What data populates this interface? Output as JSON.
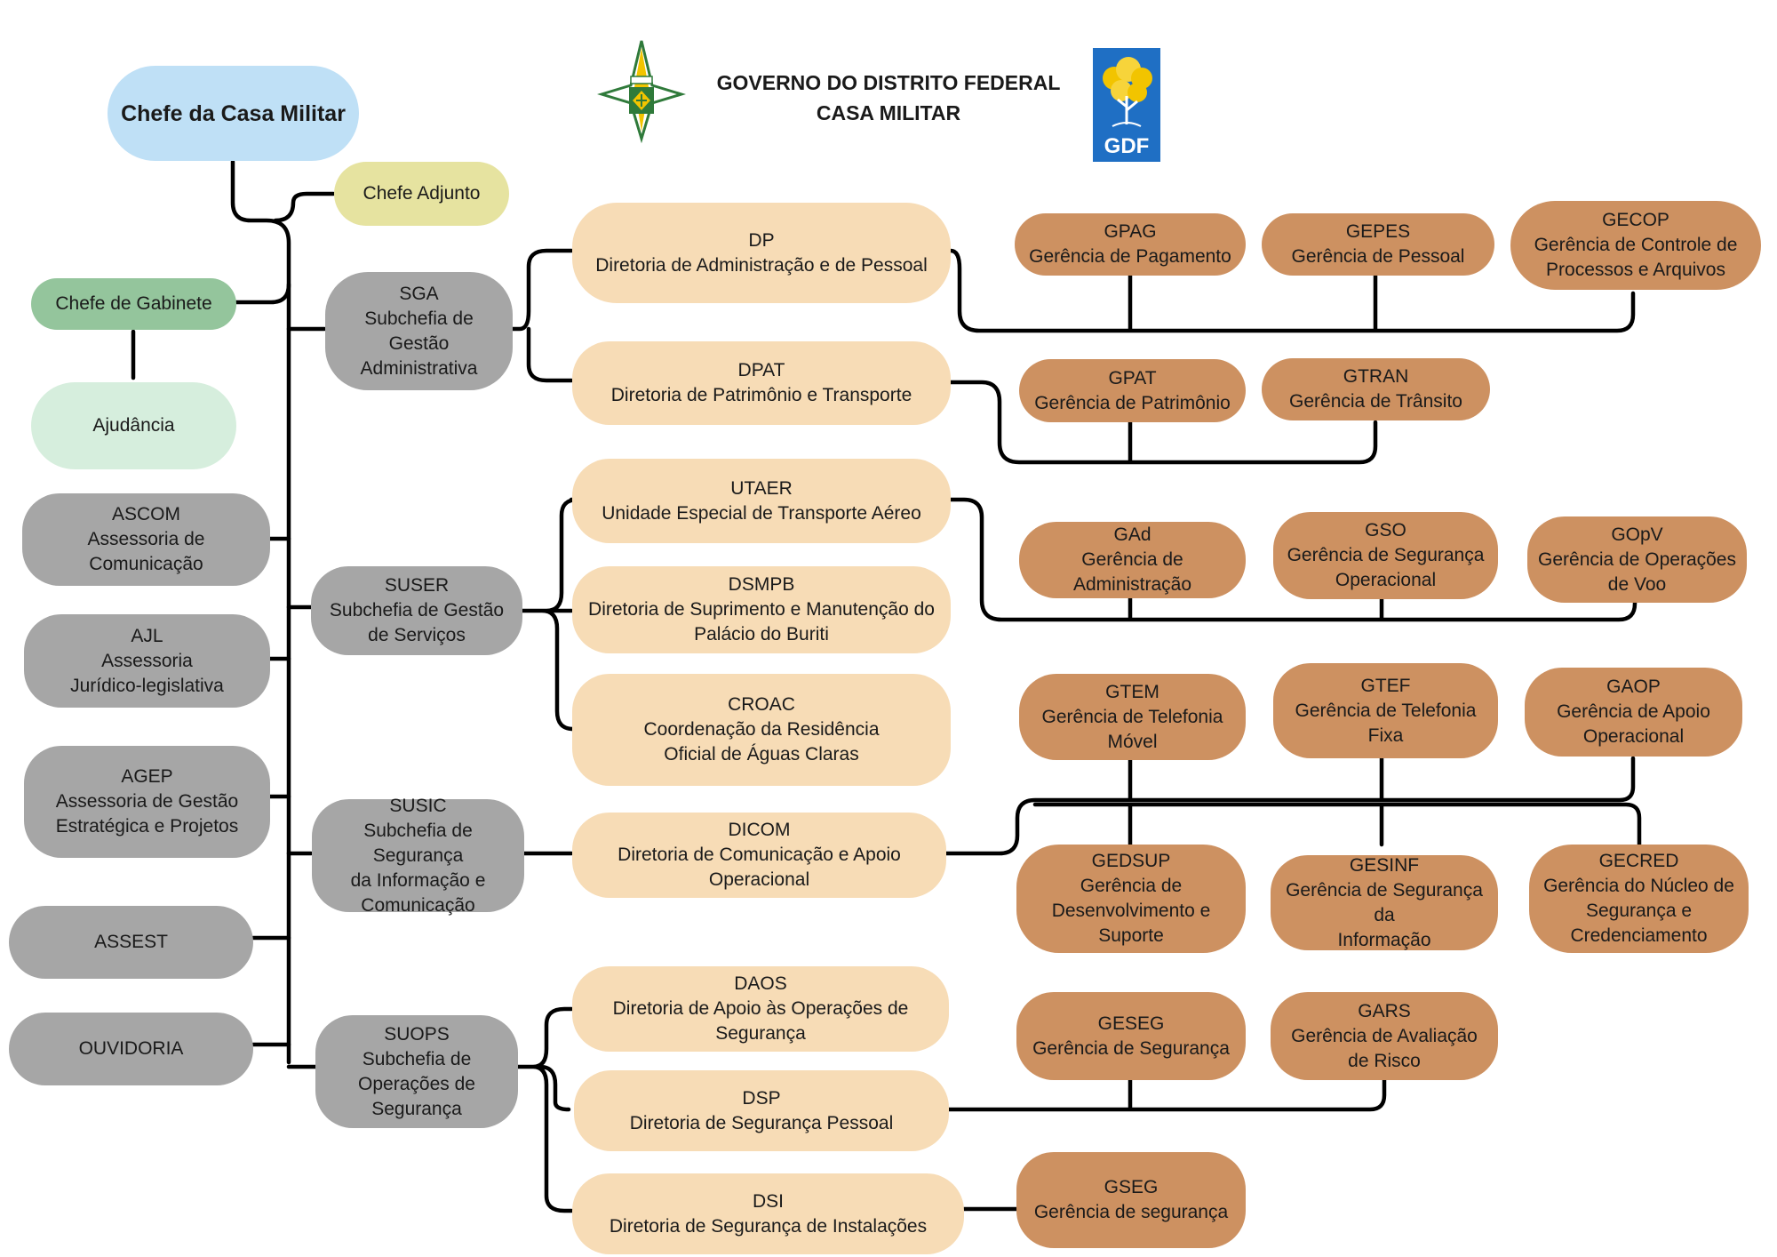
{
  "header": {
    "line1": "GOVERNO DO DISTRITO FEDERAL",
    "line2": "CASA MILITAR",
    "logo_gdf_text": "GDF"
  },
  "colors": {
    "chief": "#bfe0f6",
    "adjunto": "#e6e3a0",
    "gabinete": "#94c59c",
    "ajudancia": "#d6eedd",
    "gray": "#a6a6a6",
    "diretoria": "#f7dcb6",
    "gerencia": "#cd9161",
    "gdf_blue": "#1f6fc4",
    "gdf_tree": "#f2c400"
  },
  "chief": {
    "title": "Chefe da Casa Militar"
  },
  "adjunto": {
    "title": "Chefe Adjunto"
  },
  "gabinete": {
    "title": "Chefe de Gabinete"
  },
  "ajudancia": {
    "title": "Ajudância"
  },
  "assessorias": {
    "ascom": {
      "code": "ASCOM",
      "name": "Assessoria de Comunicação"
    },
    "ajl": {
      "code": "AJL",
      "name1": "Assessoria",
      "name2": "Jurídico-legislativa"
    },
    "agep": {
      "code": "AGEP",
      "name1": "Assessoria de Gestão",
      "name2": "Estratégica e Projetos"
    },
    "assest": {
      "code": "ASSEST"
    },
    "ouvidoria": {
      "code": "OUVIDORIA"
    }
  },
  "subchefias": {
    "sga": {
      "code": "SGA",
      "name1": "Subchefia de Gestão",
      "name2": "Administrativa"
    },
    "suser": {
      "code": "SUSER",
      "name1": "Subchefia de Gestão",
      "name2": "de Serviços"
    },
    "susic": {
      "code": "SUSIC",
      "name1": "Subchefia de Segurança",
      "name2": "da Informação e",
      "name3": "Comunicação"
    },
    "suops": {
      "code": "SUOPS",
      "name1": "Subchefia de",
      "name2": "Operações de",
      "name3": "Segurança"
    }
  },
  "diretorias": {
    "dp": {
      "code": "DP",
      "name": "Diretoria de Administração e de Pessoal"
    },
    "dpat": {
      "code": "DPAT",
      "name": "Diretoria de Patrimônio e Transporte"
    },
    "utaer": {
      "code": "UTAER",
      "name": "Unidade Especial de Transporte Aéreo"
    },
    "dsmpb": {
      "code": "DSMPB",
      "name1": "Diretoria de Suprimento e Manutenção do",
      "name2": "Palácio do Buriti"
    },
    "croac": {
      "code": "CROAC",
      "name1": "Coordenação da Residência",
      "name2": "Oficial de Águas Claras"
    },
    "dicom": {
      "code": "DICOM",
      "name1": "Diretoria de Comunicação e Apoio",
      "name2": "Operacional"
    },
    "daos": {
      "code": "DAOS",
      "name1": "Diretoria de Apoio às Operações de",
      "name2": "Segurança"
    },
    "dsp": {
      "code": "DSP",
      "name": "Diretoria de Segurança Pessoal"
    },
    "dsi": {
      "code": "DSI",
      "name": "Diretoria de Segurança de Instalações"
    }
  },
  "gerencias": {
    "gpag": {
      "code": "GPAG",
      "name": "Gerência de Pagamento"
    },
    "gepes": {
      "code": "GEPES",
      "name": "Gerência de Pessoal"
    },
    "gecop": {
      "code": "GECOP",
      "name1": "Gerência de Controle de",
      "name2": "Processos e Arquivos"
    },
    "gpat": {
      "code": "GPAT",
      "name": "Gerência de Patrimônio"
    },
    "gtran": {
      "code": "GTRAN",
      "name": "Gerência de Trânsito"
    },
    "gad": {
      "code": "GAd",
      "name": "Gerência de Administração"
    },
    "gso": {
      "code": "GSO",
      "name1": "Gerência de Segurança",
      "name2": "Operacional"
    },
    "gopv": {
      "code": "GOpV",
      "name1": "Gerência de Operações",
      "name2": "de Voo"
    },
    "gtem": {
      "code": "GTEM",
      "name1": "Gerência de Telefonia",
      "name2": "Móvel"
    },
    "gtef": {
      "code": "GTEF",
      "name1": "Gerência de Telefonia",
      "name2": "Fixa"
    },
    "gaop": {
      "code": "GAOP",
      "name1": "Gerência de Apoio",
      "name2": "Operacional"
    },
    "gedsup": {
      "code": "GEDSUP",
      "name1": "Gerência de",
      "name2": "Desenvolvimento e",
      "name3": "Suporte"
    },
    "gesinf": {
      "code": "GESINF",
      "name1": "Gerência de Segurança da",
      "name2": "Informação"
    },
    "gecred": {
      "code": "GECRED",
      "name1": "Gerência do Núcleo de",
      "name2": "Segurança e",
      "name3": "Credenciamento"
    },
    "geseg": {
      "code": "GESEG",
      "name": "Gerência de Segurança"
    },
    "gars": {
      "code": "GARS",
      "name1": "Gerência de Avaliação",
      "name2": "de Risco"
    },
    "gseg": {
      "code": "GSEG",
      "name": "Gerência de segurança"
    }
  }
}
